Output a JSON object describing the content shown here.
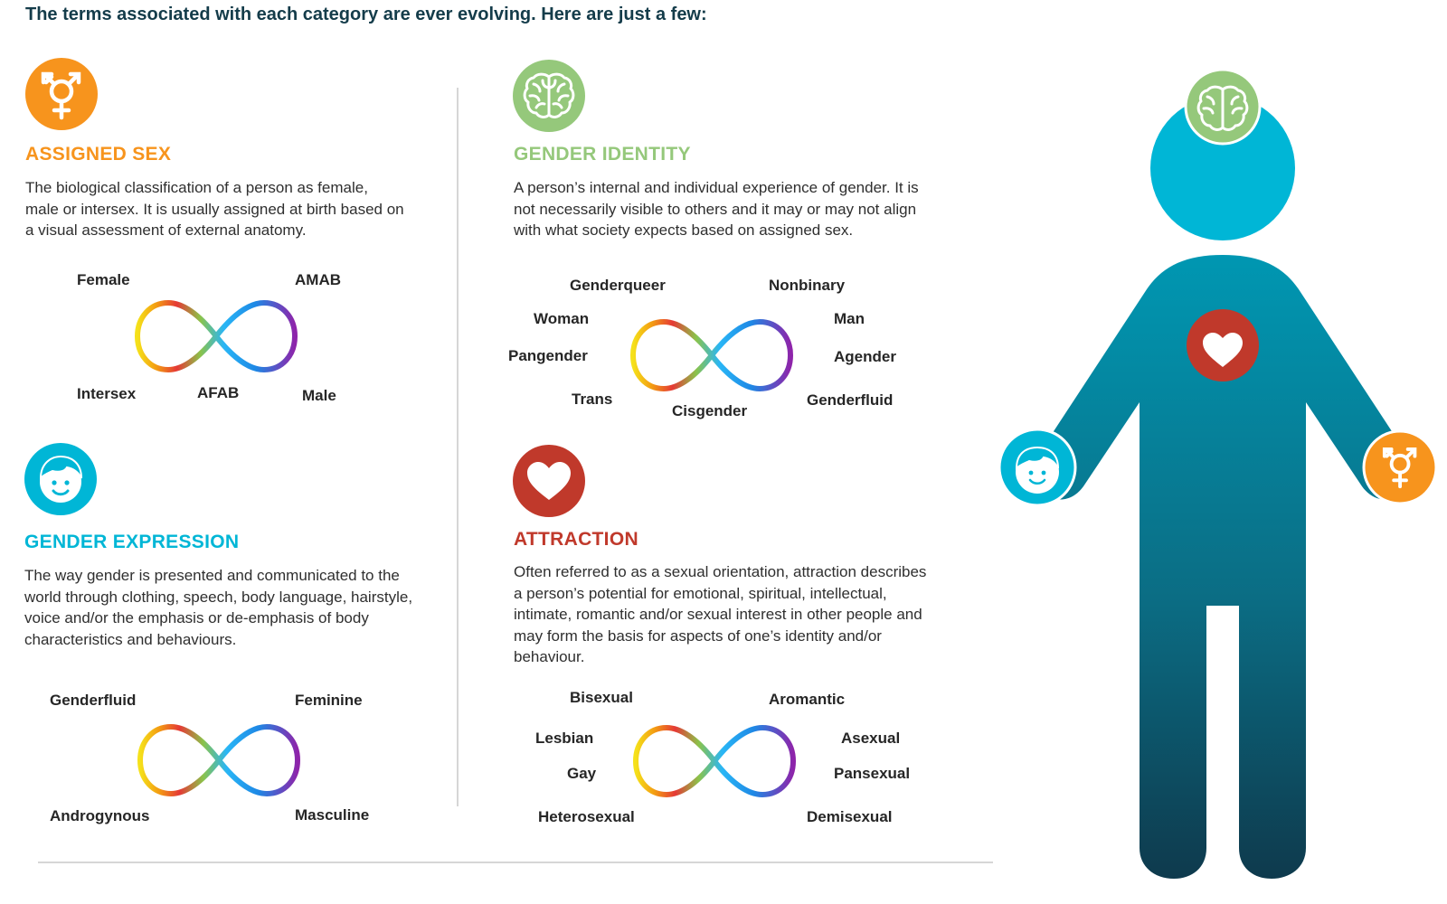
{
  "intro_line": "The terms associated with each category are ever evolving. Here are just a few:",
  "colors": {
    "assigned_sex": "#f7941d",
    "gender_identity": "#95c87b",
    "gender_expression": "#00b6d6",
    "attraction": "#c0392b",
    "heading_dark": "#143c4a"
  },
  "categories": {
    "assigned_sex": {
      "icon": "gender-symbol-icon",
      "title": "ASSIGNED SEX",
      "description": "The biological classification of a person as female, male or intersex. It is usually assigned at birth based on a visual assessment of external anatomy.",
      "terms": [
        "Female",
        "AMAB",
        "Intersex",
        "AFAB",
        "Male"
      ]
    },
    "gender_identity": {
      "icon": "brain-icon",
      "title": "GENDER IDENTITY",
      "description": "A person’s internal and individual experience of gender. It is not necessarily visible to others and it may or may not align with what society expects based on assigned sex.",
      "terms": [
        "Genderqueer",
        "Nonbinary",
        "Woman",
        "Man",
        "Pangender",
        "Agender",
        "Trans",
        "Cisgender",
        "Genderfluid"
      ]
    },
    "gender_expression": {
      "icon": "face-icon",
      "title": "GENDER EXPRESSION",
      "description": "The way gender is presented and communicated to the world through clothing, speech, body language, hairstyle, voice and/or the emphasis or de-emphasis of body characteristics and behaviours.",
      "terms": [
        "Genderfluid",
        "Feminine",
        "Androgynous",
        "Masculine"
      ]
    },
    "attraction": {
      "icon": "heart-icon",
      "title": "ATTRACTION",
      "description": "Often referred to as a sexual orientation, attraction describes a person’s potential for emotional, spiritual, intellectual, intimate, romantic and/or sexual interest in other people and may form the basis for aspects of one’s identity and/or behaviour.",
      "terms": [
        "Bisexual",
        "Aromantic",
        "Lesbian",
        "Asexual",
        "Gay",
        "Pansexual",
        "Heterosexual",
        "Demisexual"
      ]
    }
  }
}
